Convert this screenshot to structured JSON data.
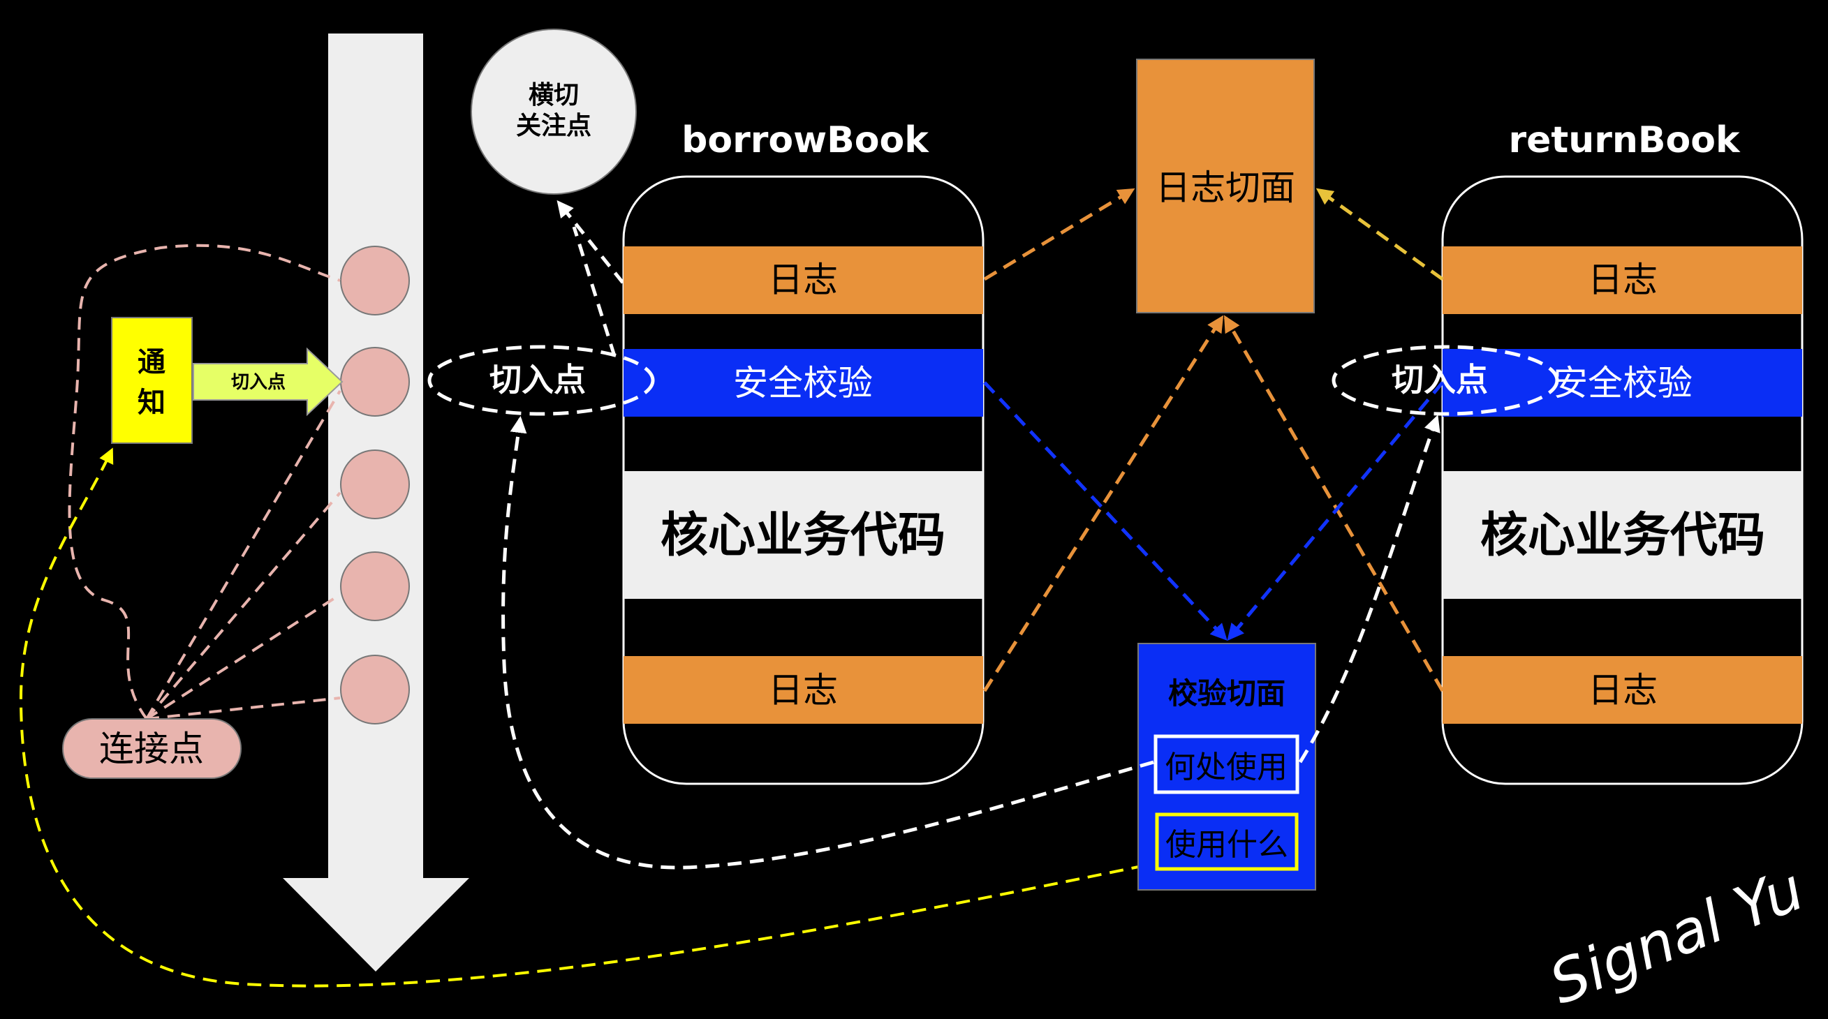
{
  "labels": {
    "crosscut_line1": "横切",
    "crosscut_line2": "关注点",
    "borrow_title": "borrowBook",
    "return_title": "returnBook",
    "notify_line1": "通",
    "notify_line2": "知",
    "pointcut_small": "切入点",
    "pointcut_left": "切入点",
    "pointcut_right": "切入点",
    "joinpoint": "连接点",
    "log_aspect": "日志切面",
    "check_aspect": "校验切面",
    "where_use": "何处使用",
    "what_use": "使用什么",
    "signature": "Signal Yu"
  },
  "borrow": {
    "log_top": "日志",
    "security": "安全校验",
    "core": "核心业务代码",
    "log_bottom": "日志"
  },
  "return": {
    "log_top": "日志",
    "security": "安全校验",
    "core": "核心业务代码",
    "log_bottom": "日志"
  },
  "colors": {
    "orange": "#E8923A",
    "blue": "#0A2EF5",
    "yellow": "#FFFF00",
    "pink": "#E8B4AE",
    "light_gray": "#EEEEEE"
  }
}
